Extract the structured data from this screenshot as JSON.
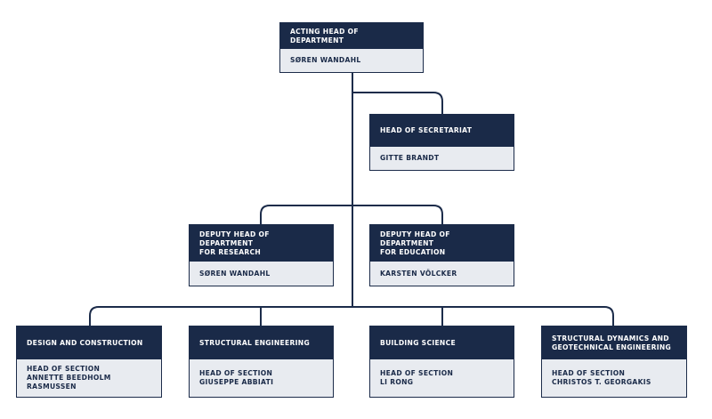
{
  "colors": {
    "header_bg": "#1a2a48",
    "body_bg": "#e8ebf0",
    "line": "#1c2c4a",
    "header_text": "#ffffff"
  },
  "acting_head": {
    "title": "ACTING HEAD OF DEPARTMENT",
    "name": "SØREN WANDAHL"
  },
  "secretariat": {
    "title": "HEAD OF SECRETARIAT",
    "name": "GITTE BRANDT"
  },
  "deputy_research": {
    "title": "DEPUTY HEAD OF DEPARTMENT\nFOR RESEARCH",
    "name": "SØREN WANDAHL"
  },
  "deputy_education": {
    "title": "DEPUTY HEAD OF DEPARTMENT\nFOR EDUCATION",
    "name": "KARSTEN VÖLCKER"
  },
  "sections": [
    {
      "title": "DESIGN AND CONSTRUCTION",
      "role": "HEAD OF SECTION",
      "name": "ANNETTE BEEDHOLM RASMUSSEN"
    },
    {
      "title": "STRUCTURAL ENGINEERING",
      "role": "HEAD OF SECTION",
      "name": "GIUSEPPE ABBIATI"
    },
    {
      "title": "BUILDING SCIENCE",
      "role": "HEAD OF SECTION",
      "name": "LI RONG"
    },
    {
      "title": "STRUCTURAL DYNAMICS AND\nGEOTECHNICAL ENGINEERING",
      "role": "HEAD OF SECTION",
      "name": "CHRISTOS T. GEORGAKIS"
    }
  ]
}
